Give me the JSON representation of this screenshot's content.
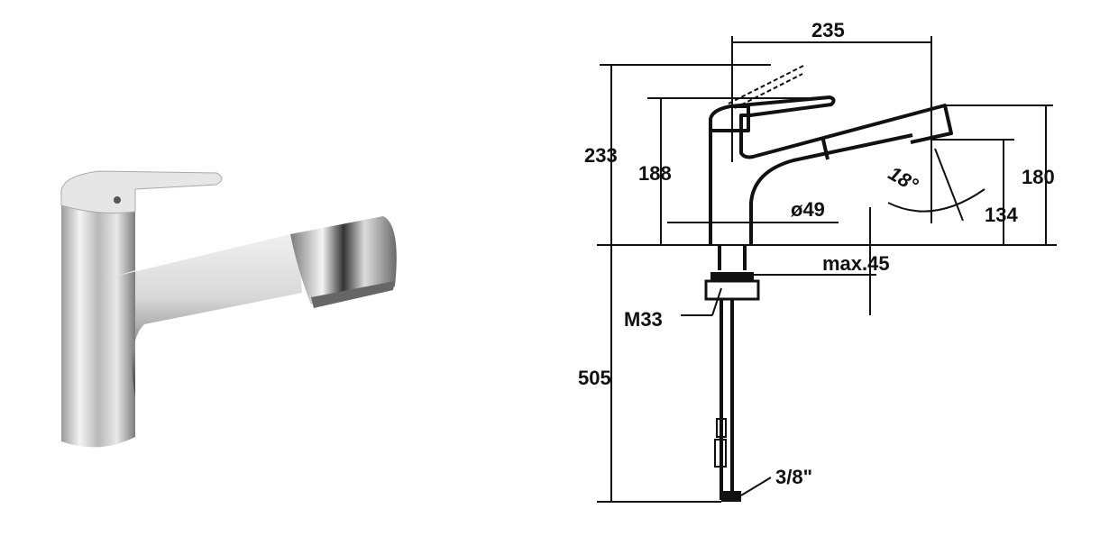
{
  "dimensions": {
    "reach": "235",
    "total_height_lever_open": "233",
    "height_to_lever": "188",
    "body_diameter": "ø49",
    "spout_height": "180",
    "outlet_height": "134",
    "swivel_angle": "18°",
    "max_worktop_thickness": "max.45",
    "thread": "M33",
    "hose_length": "505",
    "connection": "3/8\""
  }
}
